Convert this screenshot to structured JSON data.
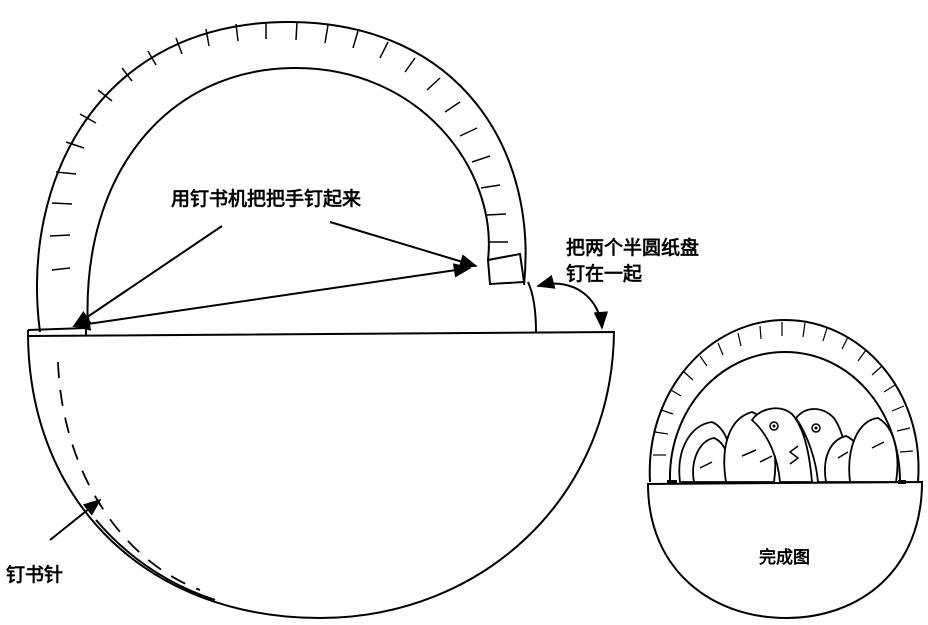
{
  "labels": {
    "staple_handle": "用钉书机把把手钉起来",
    "join_plates_line1": "把两个半圆纸盘",
    "join_plates_line2": "钉在一起",
    "staples": "钉书针",
    "finished": "完成图"
  }
}
